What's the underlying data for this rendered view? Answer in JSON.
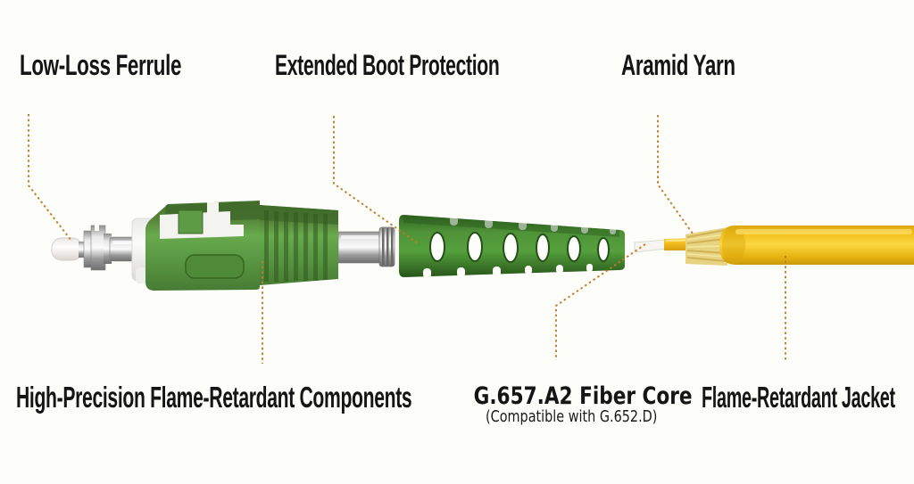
{
  "page": {
    "background": "#fdfdfa"
  },
  "diagram": {
    "type": "annotated-product-diagram",
    "subject": "SC/APC single-mode fiber optic connector with yellow cable",
    "leader_line_color": "#c07c2a",
    "text_color": "#151515",
    "part_colors": {
      "ferrule_white": "#ffffff",
      "metal_barrel": "#b5b5b5",
      "connector_body_green": "#5b9c42",
      "boot_green": "#4a9134",
      "fiber_white": "#f6f5f1",
      "fiber_buffer_yellow": "#f3ba20",
      "aramid_yarn_yellow": "#e7d382",
      "jacket_yellow": "#f0c01d"
    },
    "labels": {
      "ferrule": "Low-Loss Ferrule",
      "boot": "Extended Boot Protection",
      "yarn": "Aramid Yarn",
      "components": "High-Precision Flame-Retardant Components",
      "fiber_core": "G.657.A2 Fiber Core",
      "fiber_core_sub": "(Compatible with G.652.D)",
      "jacket": "Flame-Retardant Jacket"
    }
  }
}
